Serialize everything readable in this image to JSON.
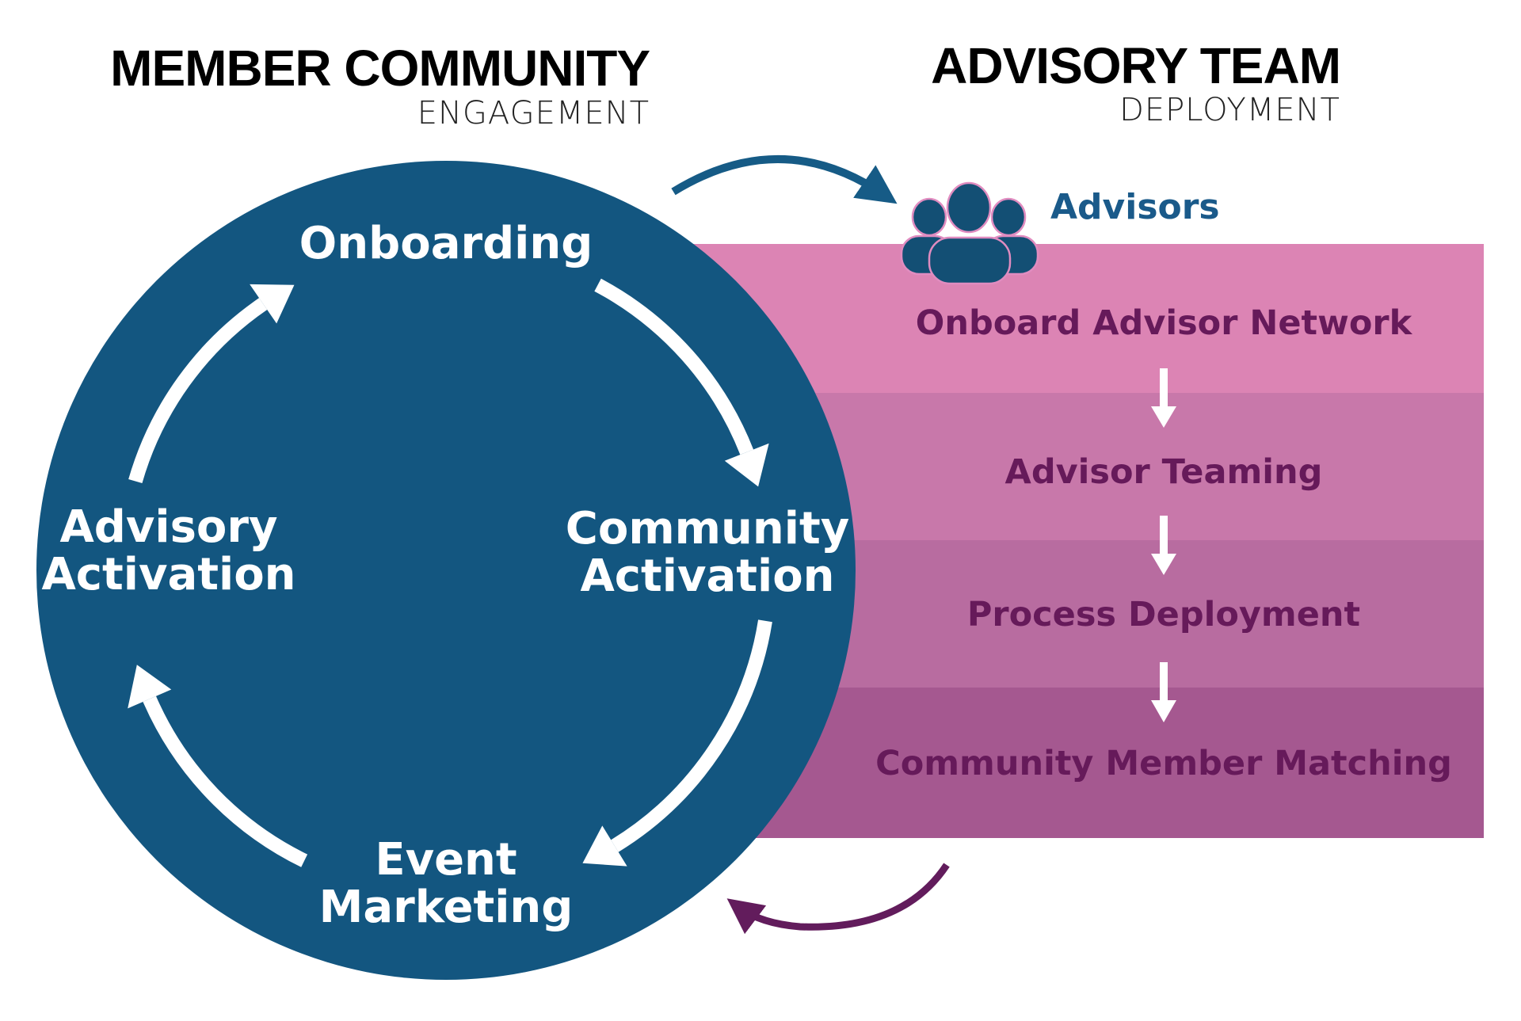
{
  "left_header": {
    "title": "MEMBER COMMUNITY",
    "subtitle": "ENGAGEMENT"
  },
  "right_header": {
    "title": "ADVISORY TEAM",
    "subtitle": "DEPLOYMENT"
  },
  "cycle": {
    "steps": [
      {
        "label_lines": [
          "Onboarding"
        ]
      },
      {
        "label_lines": [
          "Community",
          "Activation"
        ]
      },
      {
        "label_lines": [
          "Event",
          "Marketing"
        ]
      },
      {
        "label_lines": [
          "Advisory",
          "Activation"
        ]
      }
    ]
  },
  "advisors": {
    "label": "Advisors",
    "icon": "group-people-icon"
  },
  "deployment_steps": [
    {
      "label": "Onboard Advisor Network"
    },
    {
      "label": "Advisor Teaming"
    },
    {
      "label": "Process Deployment"
    },
    {
      "label": "Community Member Matching"
    }
  ],
  "colors": {
    "circle": "#135680",
    "arrow_top": "#165B86",
    "arrow_bottom": "#621C5C",
    "advisors_text": "#1A5A8A",
    "icon_fill": "#134F74",
    "icon_outline": "#E08CC0",
    "band_text": "#661A5A",
    "bands": [
      "#DC84B4",
      "#C878AA",
      "#B86CA0",
      "#A55890"
    ]
  }
}
